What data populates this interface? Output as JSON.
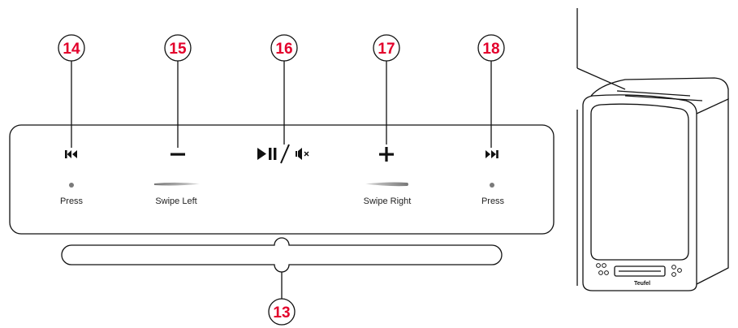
{
  "callouts": {
    "c13": "13",
    "c14": "14",
    "c15": "15",
    "c16": "16",
    "c17": "17",
    "c18": "18"
  },
  "labels": {
    "prev": "Press",
    "swipe_left": "Swipe Left",
    "swipe_right": "Swipe Right",
    "next": "Press"
  },
  "brand": "Teufel",
  "colors": {
    "callout_accent": "#e3002b",
    "line": "#111111",
    "dot": "#7a7a7a"
  },
  "icons": {
    "c14": "skip-previous-icon",
    "c15": "minus-icon",
    "c16": "play-pause-icon / mute-icon",
    "c17": "plus-icon",
    "c18": "skip-next-icon"
  }
}
